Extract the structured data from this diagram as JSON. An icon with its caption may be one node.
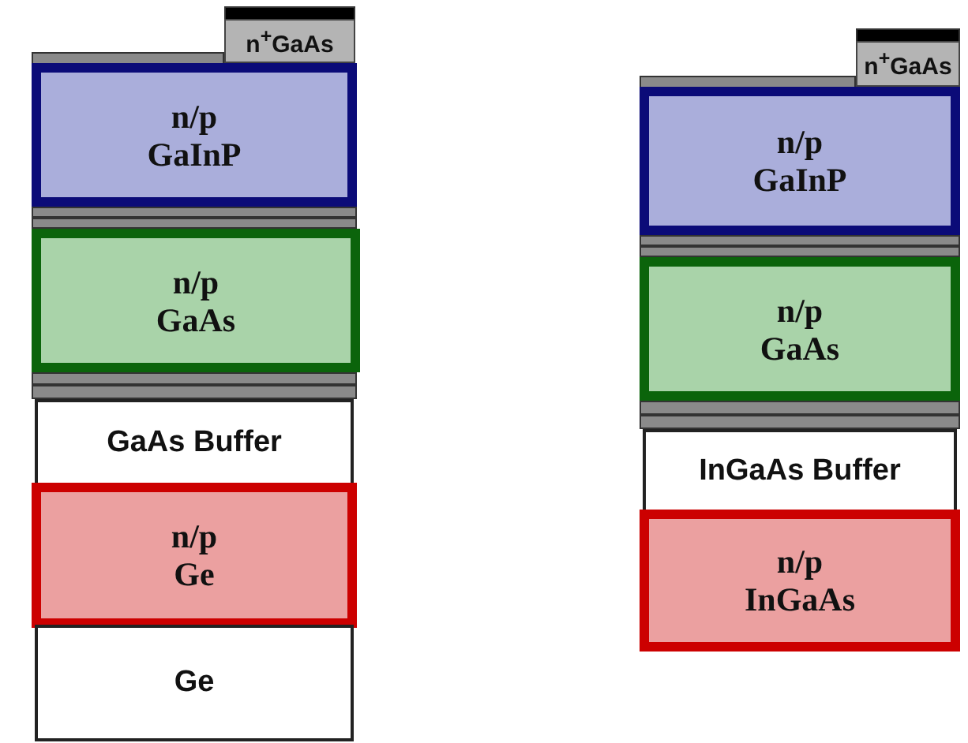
{
  "diagram": {
    "nodes": [
      {
        "text": [
          "n$^{+}$GaAs"
        ]
      },
      {
        "text": [
          "n/p GaInP"
        ]
      },
      {
        "text": [
          "n/p GaAs"
        ]
      },
      {
        "text": [
          "GaAs Buffer"
        ]
      },
      {
        "text": [
          "n/p Ge"
        ]
      },
      {
        "text": [
          "Ge"
        ]
      },
      {
        "text": [
          "n$^{+}$GaAs"
        ]
      },
      {
        "text": [
          "n/p GaInP"
        ]
      },
      {
        "text": [
          "n/p GaAs"
        ]
      },
      {
        "text": [
          "InGaAs Buffer"
        ]
      },
      {
        "text": [
          "n/p InGaAs"
        ]
      }
    ]
  }
}
